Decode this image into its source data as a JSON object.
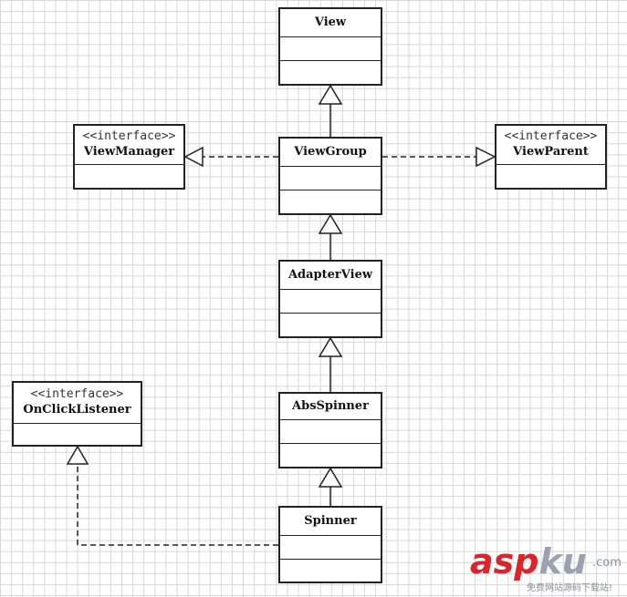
{
  "classes": {
    "view": {
      "name": "View"
    },
    "viewgroup": {
      "name": "ViewGroup"
    },
    "adapterview": {
      "name": "AdapterView"
    },
    "absspinner": {
      "name": "AbsSpinner"
    },
    "spinner": {
      "name": "Spinner"
    }
  },
  "interfaces": {
    "viewmanager": {
      "stereotype": "<<interface>>",
      "name": "ViewManager"
    },
    "viewparent": {
      "stereotype": "<<interface>>",
      "name": "ViewParent"
    },
    "onclicklistener": {
      "stereotype": "<<interface>>",
      "name": "OnClickListener"
    }
  },
  "relations": [
    {
      "from": "ViewGroup",
      "to": "View",
      "kind": "generalization"
    },
    {
      "from": "AdapterView",
      "to": "ViewGroup",
      "kind": "generalization"
    },
    {
      "from": "AbsSpinner",
      "to": "AdapterView",
      "kind": "generalization"
    },
    {
      "from": "Spinner",
      "to": "AbsSpinner",
      "kind": "generalization"
    },
    {
      "from": "ViewGroup",
      "to": "ViewManager",
      "kind": "realization"
    },
    {
      "from": "ViewGroup",
      "to": "ViewParent",
      "kind": "realization"
    },
    {
      "from": "Spinner",
      "to": "OnClickListener",
      "kind": "realization"
    }
  ],
  "watermark": {
    "brand_a": "asp",
    "brand_b": "ku",
    "domain": ".com",
    "tagline": "免费网站源码下载站!"
  },
  "colors": {
    "watermark_red": "#d8262b",
    "watermark_grey": "#9aa2b0",
    "grid_line": "#d6d6d6"
  }
}
